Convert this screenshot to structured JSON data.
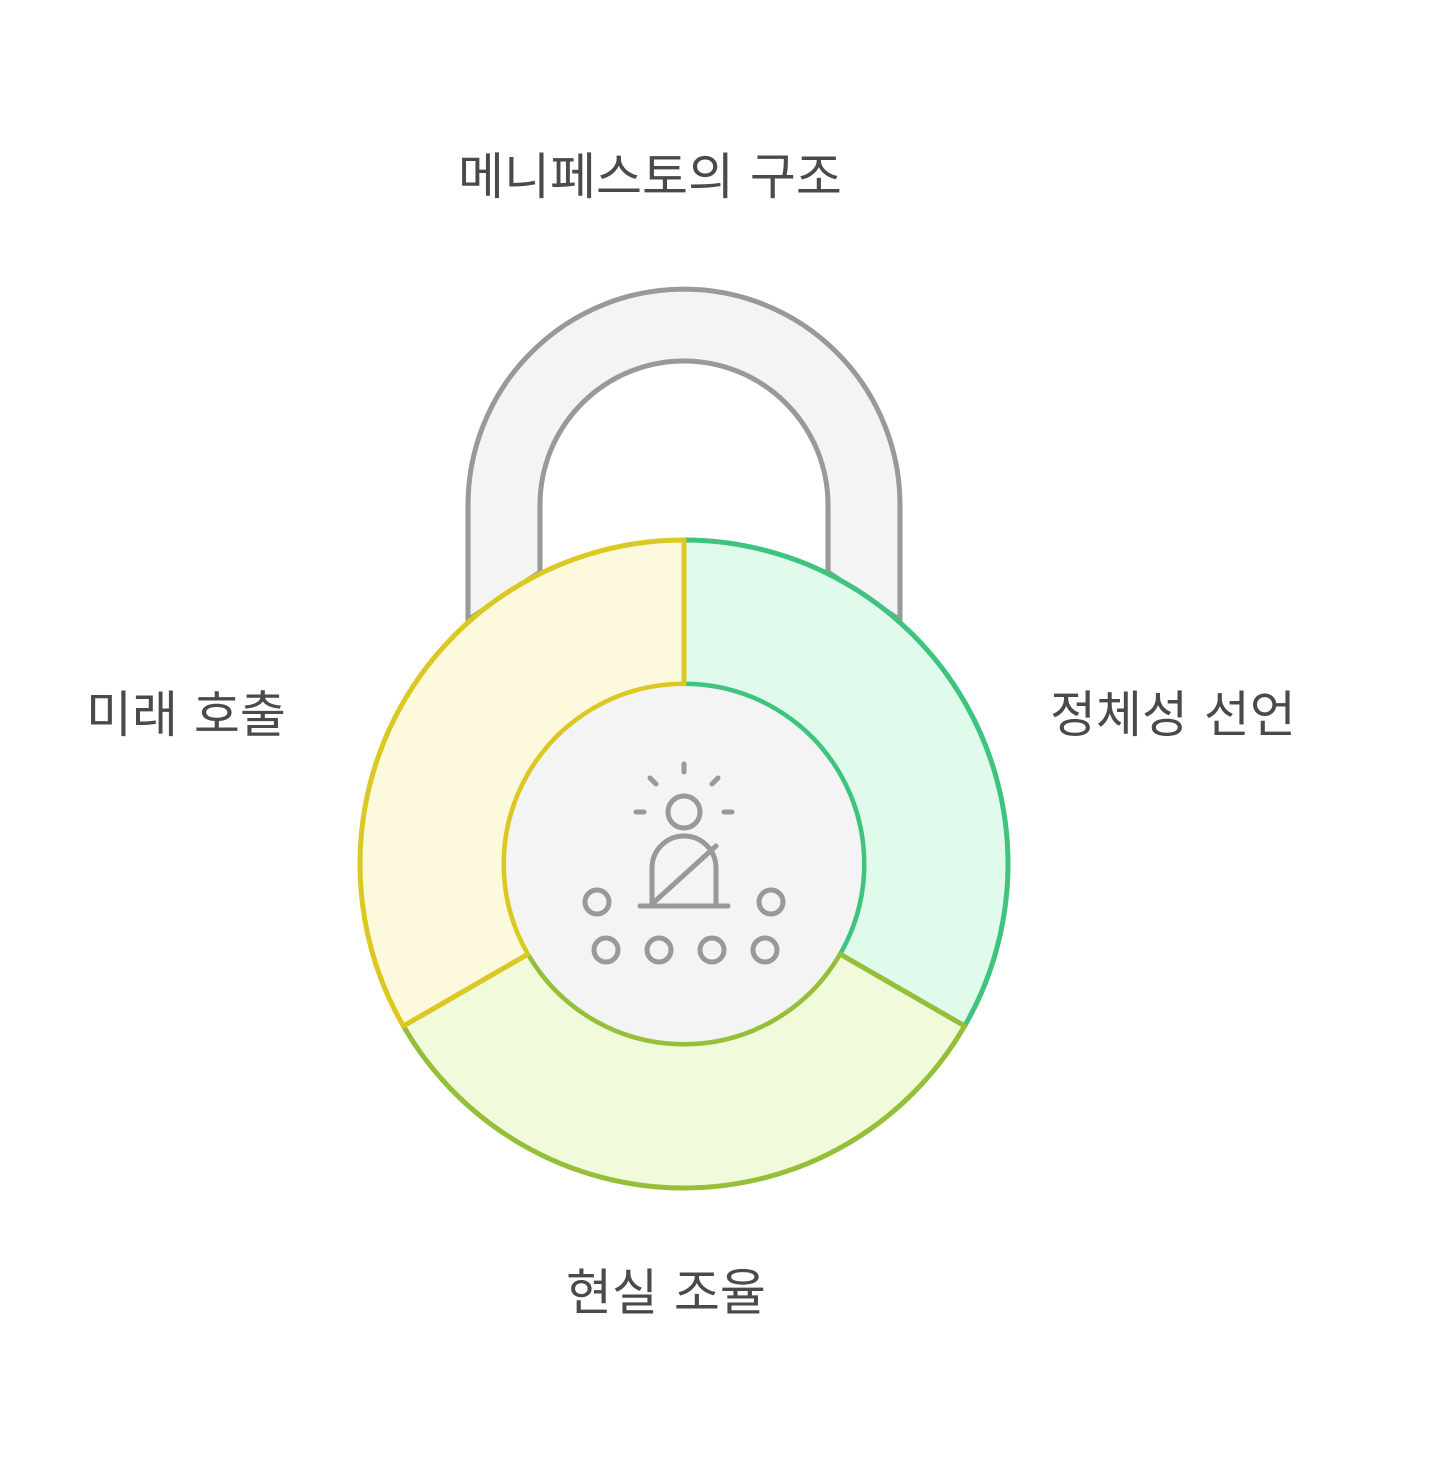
{
  "title": "메니페스토의 구조",
  "segments": {
    "identity": {
      "label": "정체성 선언",
      "fill": "#e0fbec",
      "stroke": "#3ec47e"
    },
    "reality": {
      "label": "현실 조율",
      "fill": "#f1fadb",
      "stroke": "#96bf38"
    },
    "future": {
      "label": "미래 호출",
      "fill": "#fdf9dc",
      "stroke": "#dcc823"
    }
  },
  "shackle": {
    "fill": "#f4f4f4",
    "stroke": "#999999"
  },
  "center": {
    "fill": "#f4f4f4",
    "icon": "leader-with-audience-icon",
    "icon_color": "#999999"
  }
}
